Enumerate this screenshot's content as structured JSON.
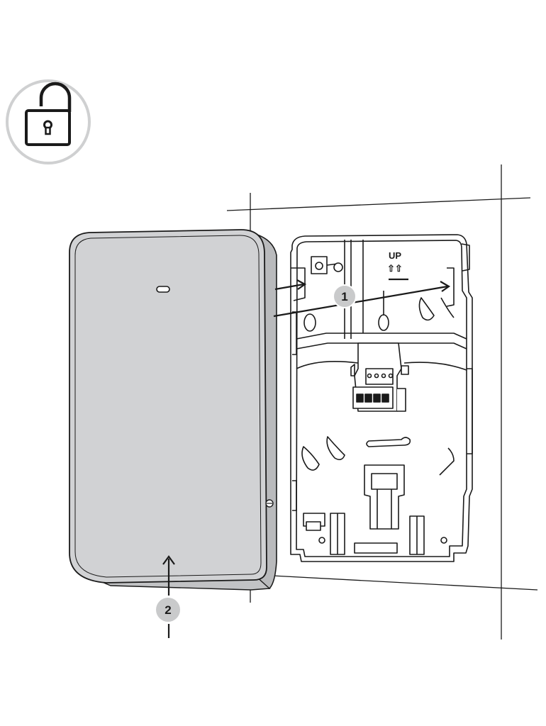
{
  "badge_unlock": {
    "icon": "unlocked-padlock-icon"
  },
  "mounting_plate": {
    "up_label": "UP",
    "up_arrows": "⇧⇧"
  },
  "callouts": [
    {
      "id": "callout-1",
      "label": "1"
    },
    {
      "id": "callout-2",
      "label": "2"
    }
  ],
  "colors": {
    "device_fill": "#d1d2d4",
    "device_side": "#b9babc",
    "callout_fill": "#c9cacb",
    "badge_ring": "#cfd0d1",
    "line": "#1a1a1a"
  }
}
